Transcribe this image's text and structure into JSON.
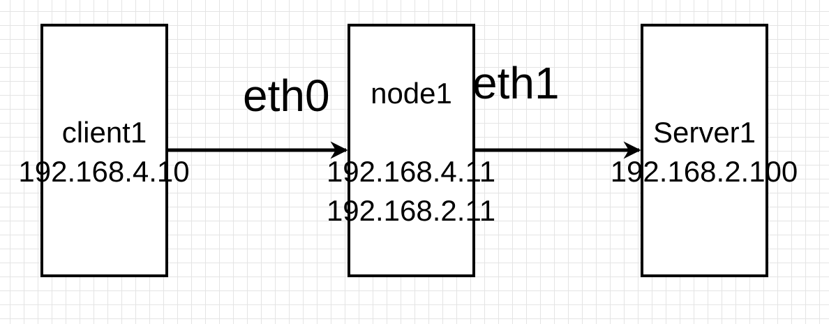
{
  "diagram": {
    "nodes": [
      {
        "id": "client",
        "name": "client1",
        "ips": [
          "192.168.4.10"
        ]
      },
      {
        "id": "node",
        "name": "node1",
        "ips": [
          "192.168.4.11",
          "192.168.2.11"
        ]
      },
      {
        "id": "server",
        "name": "Server1",
        "ips": [
          "192.168.2.100"
        ]
      }
    ],
    "edges": [
      {
        "from": "client1",
        "to": "node1",
        "label": "eth0"
      },
      {
        "from": "node1",
        "to": "Server1",
        "label": "eth1"
      }
    ],
    "colors": {
      "stroke": "#000000",
      "box_fill": "#ffffff",
      "grid": "#e4e4e4"
    }
  }
}
